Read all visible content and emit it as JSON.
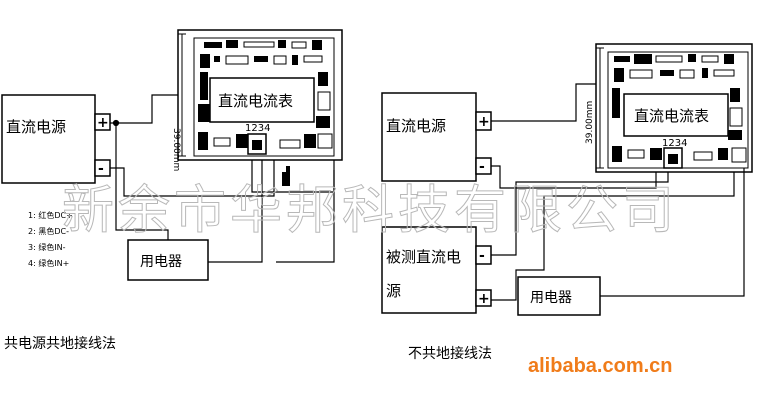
{
  "left": {
    "power_label": "直流电源",
    "plus": "+",
    "minus": "-",
    "meter_label": "直流电流表",
    "meter_pins": "1234",
    "meter_side_dim": "39.00mm",
    "load_label": "用电器",
    "legend": [
      "1: 红色DC+",
      "2: 黑色DC-",
      "3: 绿色IN-",
      "4: 绿色IN+"
    ],
    "caption": "共电源共地接线法"
  },
  "right": {
    "power_label": "直流电源",
    "plus": "+",
    "minus": "-",
    "meter_label": "直流电流表",
    "meter_pins": "1234",
    "meter_side_dim": "39.00mm",
    "measured_label_line1": "被测直流电",
    "measured_label_line2": "源",
    "load_label": "用电器",
    "caption": "不共地接线法"
  },
  "watermark": "新余市华邦科技有限公司",
  "brand": "alibaba.com.cn",
  "colors": {
    "line": "#000000",
    "watermark": "#b8b8b8",
    "brand": "#f07c1a"
  }
}
